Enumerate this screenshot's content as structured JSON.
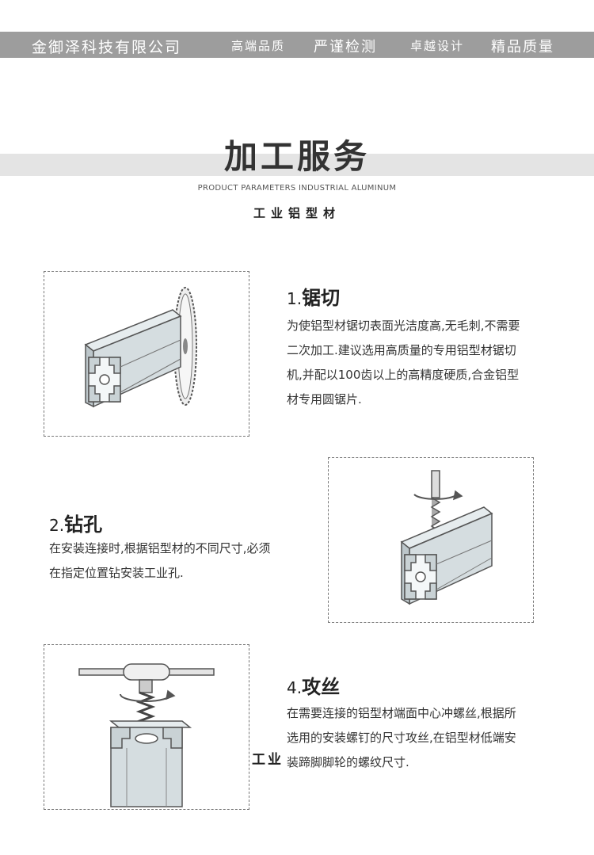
{
  "header": {
    "company": "金御泽科技有限公司",
    "tags": [
      "高端品质",
      "严谨检测",
      "卓越设计",
      "精品质量"
    ]
  },
  "hero": {
    "title": "加工服务",
    "subtitle_en": "PRODUCT PARAMETERS INDUSTRIAL ALUMINUM",
    "subtitle_cn": "工业铝型材"
  },
  "sections": [
    {
      "num": "1.",
      "name": "锯切",
      "lines": [
        "为使铝型材锯切表面光洁度高,无毛刺,不需要",
        "二次加工.建议选用高质量的专用铝型材锯切",
        "机,并配以100齿以上的高精度硬质,合金铝型",
        "材专用圆锯片."
      ],
      "icon": "saw-cutting-illustration"
    },
    {
      "num": "2.",
      "name": "钻孔",
      "lines": [
        "在安装连接时,根据铝型材的不同尺寸,必须",
        "在指定位置钻安装工业孔."
      ],
      "icon": "drilling-illustration"
    },
    {
      "num": "4.",
      "name": "攻丝",
      "lines": [
        "在需要连接的铝型材端面中心冲螺丝,根据所",
        "选用的安装螺钉的尺寸攻丝,在铝型材低端安",
        "装蹄脚脚轮的螺纹尺寸."
      ],
      "icon": "tapping-illustration"
    }
  ],
  "stray_text": "工业",
  "colors": {
    "header_bg": "#9d9d9d",
    "band_bg": "#e4e4e4",
    "profile": "#d5dde0",
    "outline": "#555555"
  }
}
